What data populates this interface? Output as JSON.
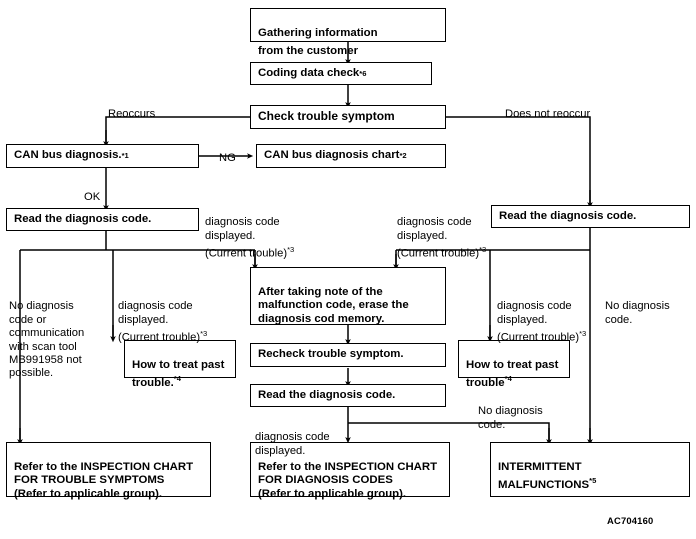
{
  "diagram": {
    "title": "Diagnosis Troubleshooting Flowchart",
    "figure_code": "AC704160",
    "colors": {
      "line": "#000000",
      "background": "#ffffff",
      "text": "#000000"
    },
    "nodes": [
      {
        "id": "gathering",
        "text": "Gathering information\nfrom the customer",
        "sup": ""
      },
      {
        "id": "coding",
        "text": "Coding data check",
        "sup": "*6"
      },
      {
        "id": "check-symptom",
        "text": "Check trouble symptom",
        "sup": ""
      },
      {
        "id": "can-bus",
        "text": "CAN bus diagnosis.",
        "sup": "*1"
      },
      {
        "id": "can-bus-chart",
        "text": "CAN bus diagnosis chart ",
        "sup": "*2"
      },
      {
        "id": "read-left",
        "text": "Read the diagnosis code.",
        "sup": ""
      },
      {
        "id": "read-right",
        "text": "Read the diagnosis code.",
        "sup": ""
      },
      {
        "id": "after-taking",
        "text": "After taking note of the\nmalfunction code, erase the\ndiagnosis cod memory.",
        "sup": ""
      },
      {
        "id": "recheck",
        "text": "Recheck trouble symptom.",
        "sup": ""
      },
      {
        "id": "read-mid",
        "text": "Read the diagnosis code.",
        "sup": ""
      },
      {
        "id": "past-left",
        "text": "How to treat past\ntrouble.",
        "sup": "*4"
      },
      {
        "id": "past-right",
        "text": "How to treat past\ntrouble",
        "sup": "*4"
      },
      {
        "id": "inspection-sym",
        "text": "Refer to the INSPECTION CHART\nFOR TROUBLE SYMPTOMS\n(Refer to applicable group).",
        "sup": ""
      },
      {
        "id": "inspection-code",
        "text": "Refer to the INSPECTION CHART\nFOR DIAGNOSIS CODES\n(Refer to applicable group).",
        "sup": ""
      },
      {
        "id": "intermittent",
        "text": "INTERMITTENT MALFUNCTIONS",
        "sup": "*5"
      }
    ],
    "labels": [
      {
        "id": "reoccurs",
        "text": "Reoccurs",
        "sup": ""
      },
      {
        "id": "does-not-reoccur",
        "text": "Does not reoccur",
        "sup": ""
      },
      {
        "id": "ng",
        "text": "NG",
        "sup": ""
      },
      {
        "id": "ok",
        "text": "OK",
        "sup": ""
      },
      {
        "id": "dc-left-top",
        "text": "diagnosis code\ndisplayed.\n(Current trouble)",
        "sup": "*3"
      },
      {
        "id": "dc-right-top",
        "text": "diagnosis code\ndisplayed.\n(Current trouble)",
        "sup": "*3"
      },
      {
        "id": "no-dc-left",
        "text": "No diagnosis\ncode or\ncommunication\nwith scan tool\nMB991958 not\npossible.",
        "sup": ""
      },
      {
        "id": "dc-left-mid",
        "text": "diagnosis  code\ndisplayed.\n(Current trouble)",
        "sup": "*3"
      },
      {
        "id": "dc-right-mid",
        "text": "diagnosis code\ndisplayed.\n(Current trouble)",
        "sup": "*3"
      },
      {
        "id": "no-dc-right-top",
        "text": "No diagnosis\ncode.",
        "sup": ""
      },
      {
        "id": "no-dc-right-mid",
        "text": "No diagnosis\ncode.",
        "sup": ""
      },
      {
        "id": "dc-bottom-mid",
        "text": "diagnosis  code\ndisplayed.",
        "sup": ""
      }
    ]
  }
}
